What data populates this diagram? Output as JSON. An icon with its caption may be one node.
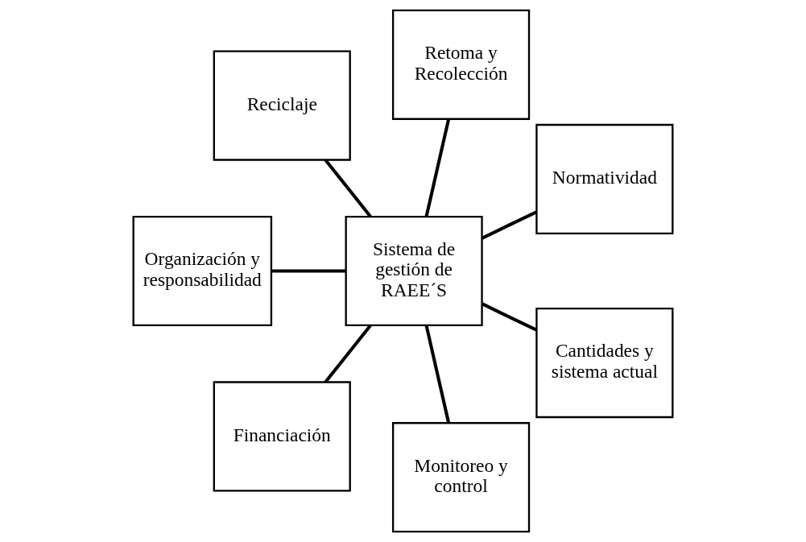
{
  "diagram": {
    "nodes": [
      {
        "text": [
          "Sistema de gestión de RAEE´S"
        ]
      },
      {
        "text": [
          "Normatividad"
        ]
      },
      {
        "text": [
          "Retoma y Recolección"
        ]
      },
      {
        "text": [
          "Reciclaje"
        ]
      },
      {
        "text": [
          "Organización y responsabilidad"
        ]
      },
      {
        "text": [
          "Financiación"
        ]
      },
      {
        "text": [
          "Monitoreo y control"
        ]
      },
      {
        "text": [
          "Cantidades y sistema actual"
        ]
      }
    ],
    "edges": [
      {
        "from": 0,
        "to": 1,
        "arrow": "none"
      },
      {
        "from": 0,
        "to": 2,
        "arrow": "none"
      },
      {
        "from": 0,
        "to": 3,
        "arrow": "none"
      },
      {
        "from": 0,
        "to": 4,
        "arrow": "none"
      },
      {
        "from": 0,
        "to": 5,
        "arrow": "none"
      },
      {
        "from": 0,
        "to": 6,
        "arrow": "none"
      },
      {
        "from": 0,
        "to": 7,
        "arrow": "none"
      }
    ]
  }
}
